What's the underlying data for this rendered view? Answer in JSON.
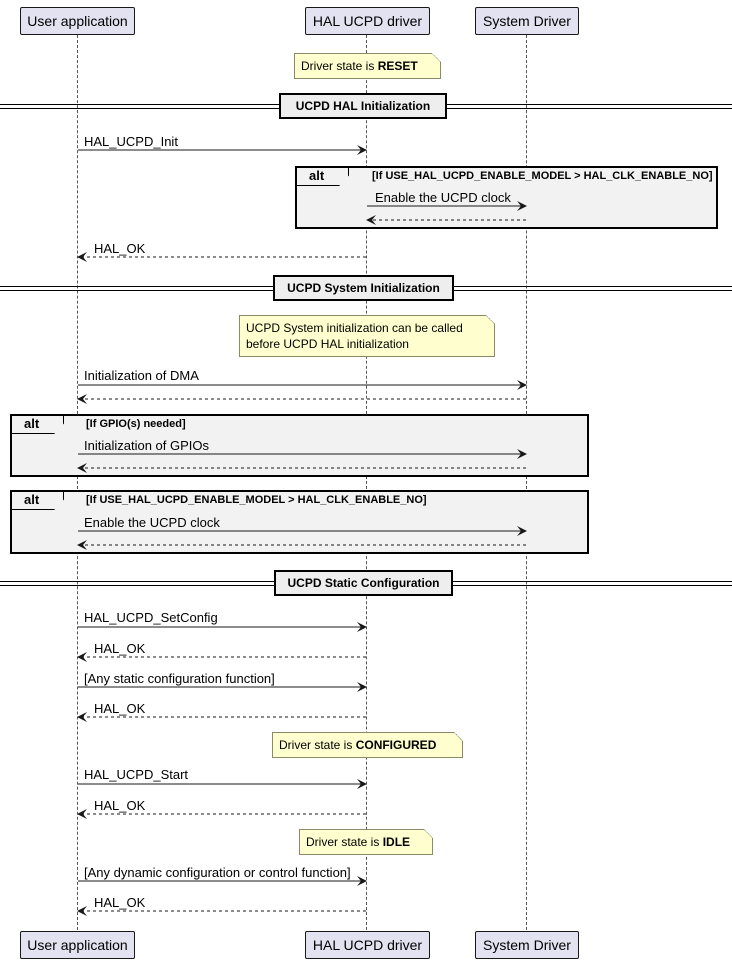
{
  "participants": {
    "user": "User application",
    "hal": "HAL UCPD driver",
    "sys": "System Driver"
  },
  "notes": {
    "reset_prefix": "Driver state is ",
    "reset_state": "RESET",
    "sysinit_line1": "UCPD System initialization can be called",
    "sysinit_line2": "before UCPD HAL initialization",
    "configured_prefix": "Driver state is ",
    "configured_state": "CONFIGURED",
    "idle_prefix": "Driver state is ",
    "idle_state": "IDLE"
  },
  "dividers": {
    "hal_init": "UCPD HAL Initialization",
    "sys_init": "UCPD System Initialization",
    "static_config": "UCPD Static Configuration"
  },
  "frames": {
    "alt_keyword": "alt",
    "clk_guard": "[If USE_HAL_UCPD_ENABLE_MODEL > HAL_CLK_ENABLE_NO]",
    "gpio_guard": "[If GPIO(s) needed]",
    "clk_guard_2": "[If USE_HAL_UCPD_ENABLE_MODEL > HAL_CLK_ENABLE_NO]"
  },
  "messages": {
    "init": "HAL_UCPD_Init",
    "enable_clock_hal": "Enable the UCPD clock",
    "ok_1": "HAL_OK",
    "init_dma": "Initialization of DMA",
    "init_gpios": "Initialization of GPIOs",
    "enable_clock_user": "Enable the UCPD clock",
    "set_config": "HAL_UCPD_SetConfig",
    "ok_2": "HAL_OK",
    "static_fn": "[Any static configuration function]",
    "ok_3": "HAL_OK",
    "start": "HAL_UCPD_Start",
    "ok_4": "HAL_OK",
    "dynamic_fn": "[Any dynamic configuration or control function]",
    "ok_5": "HAL_OK"
  }
}
